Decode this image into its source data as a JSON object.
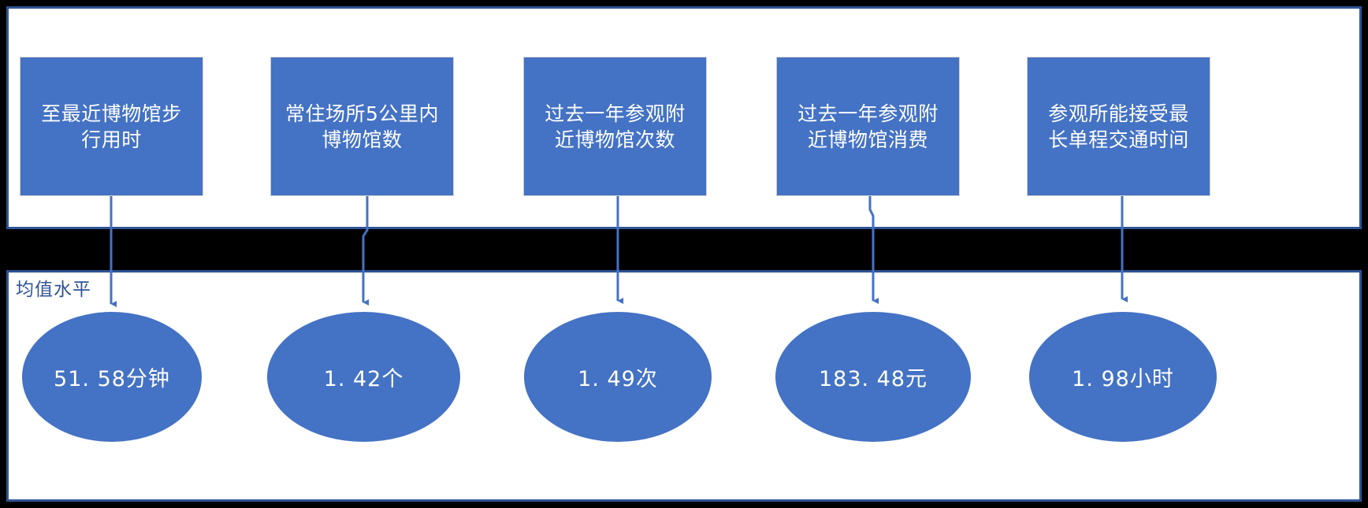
{
  "diagram": {
    "title": "均值水平",
    "colors": {
      "shape_fill": "#4472C4",
      "panel_border": "#2F5496",
      "band": "#000000",
      "shape_text": "#FFFFFF",
      "label_text": "#2F5496"
    },
    "caption": "均值水平",
    "factors": [
      {
        "label": "至最近博物馆步\n行用时"
      },
      {
        "label": "常住场所5公里内\n博物馆数"
      },
      {
        "label": "过去一年参观附\n近博物馆次数"
      },
      {
        "label": "过去一年参观附\n近博物馆消费"
      },
      {
        "label": "参观所能接受最\n长单程交通时间"
      }
    ],
    "values": [
      {
        "value": "51. 58分钟"
      },
      {
        "value": "1. 42个"
      },
      {
        "value": "1. 49次"
      },
      {
        "value": "183. 48元"
      },
      {
        "value": "1. 98小时"
      }
    ]
  },
  "chart_data": {
    "type": "table",
    "title": "均值水平",
    "categories": [
      "至最近博物馆步行用时",
      "常住场所5公里内博物馆数",
      "过去一年参观附近博物馆次数",
      "过去一年参观附近博物馆消费",
      "参观所能接受最长单程交通时间"
    ],
    "values": [
      51.58,
      1.42,
      1.49,
      183.48,
      1.98
    ],
    "units": [
      "分钟",
      "个",
      "次",
      "元",
      "小时"
    ],
    "value_labels": [
      "51. 58分钟",
      "1. 42个",
      "1. 49次",
      "183. 48元",
      "1. 98小时"
    ],
    "xlabel": "",
    "ylabel": "",
    "legend": []
  }
}
